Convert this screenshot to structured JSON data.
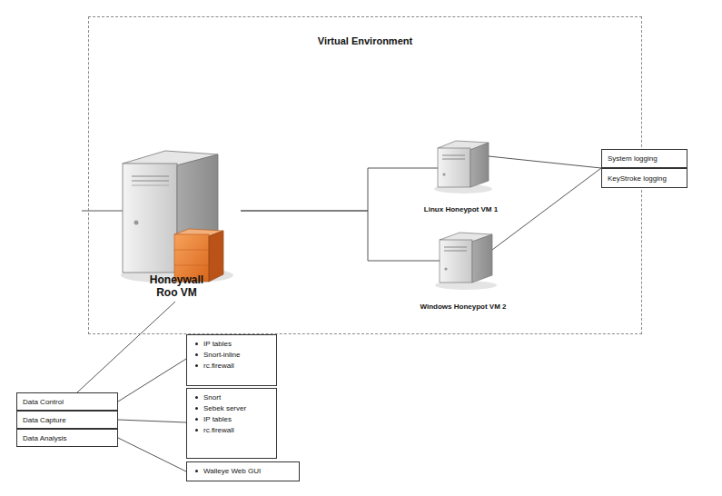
{
  "diagram": {
    "nodes": [
      {
        "text": [
          "Virtual Environment"
        ]
      },
      {
        "text": [
          "Honeywall Roo VM"
        ],
        "in": 0
      },
      {
        "text": [
          "Linux Honeypot VM 1"
        ],
        "in": 0
      },
      {
        "text": [
          "Windows Honeypot VM 2"
        ],
        "in": 0
      },
      {
        "text": [
          "System logging"
        ]
      },
      {
        "text": [
          "KeyStroke logging"
        ]
      },
      {
        "text": [
          "Data Control"
        ]
      },
      {
        "text": [
          "Data Capture"
        ]
      },
      {
        "text": [
          "Data Analysis"
        ]
      },
      {
        "text": [
          "IP tables",
          "Snort-inline",
          "rc.firewall"
        ]
      },
      {
        "text": [
          "Snort",
          "Sebek server",
          "IP tables",
          "rc.firewall"
        ]
      },
      {
        "text": [
          "Walleye Web GUI"
        ]
      }
    ],
    "edges": [
      {
        "from": 1,
        "to": 2,
        "arrow": "none"
      },
      {
        "from": 1,
        "to": 3,
        "arrow": "none"
      },
      {
        "from": 2,
        "to": 4,
        "arrow": "none"
      },
      {
        "from": 3,
        "to": 5,
        "arrow": "none"
      },
      {
        "from": 1,
        "to": 6,
        "arrow": "none"
      },
      {
        "from": 6,
        "to": 9,
        "arrow": "none"
      },
      {
        "from": 7,
        "to": 10,
        "arrow": "none"
      },
      {
        "from": 8,
        "to": 11,
        "arrow": "none"
      }
    ]
  }
}
